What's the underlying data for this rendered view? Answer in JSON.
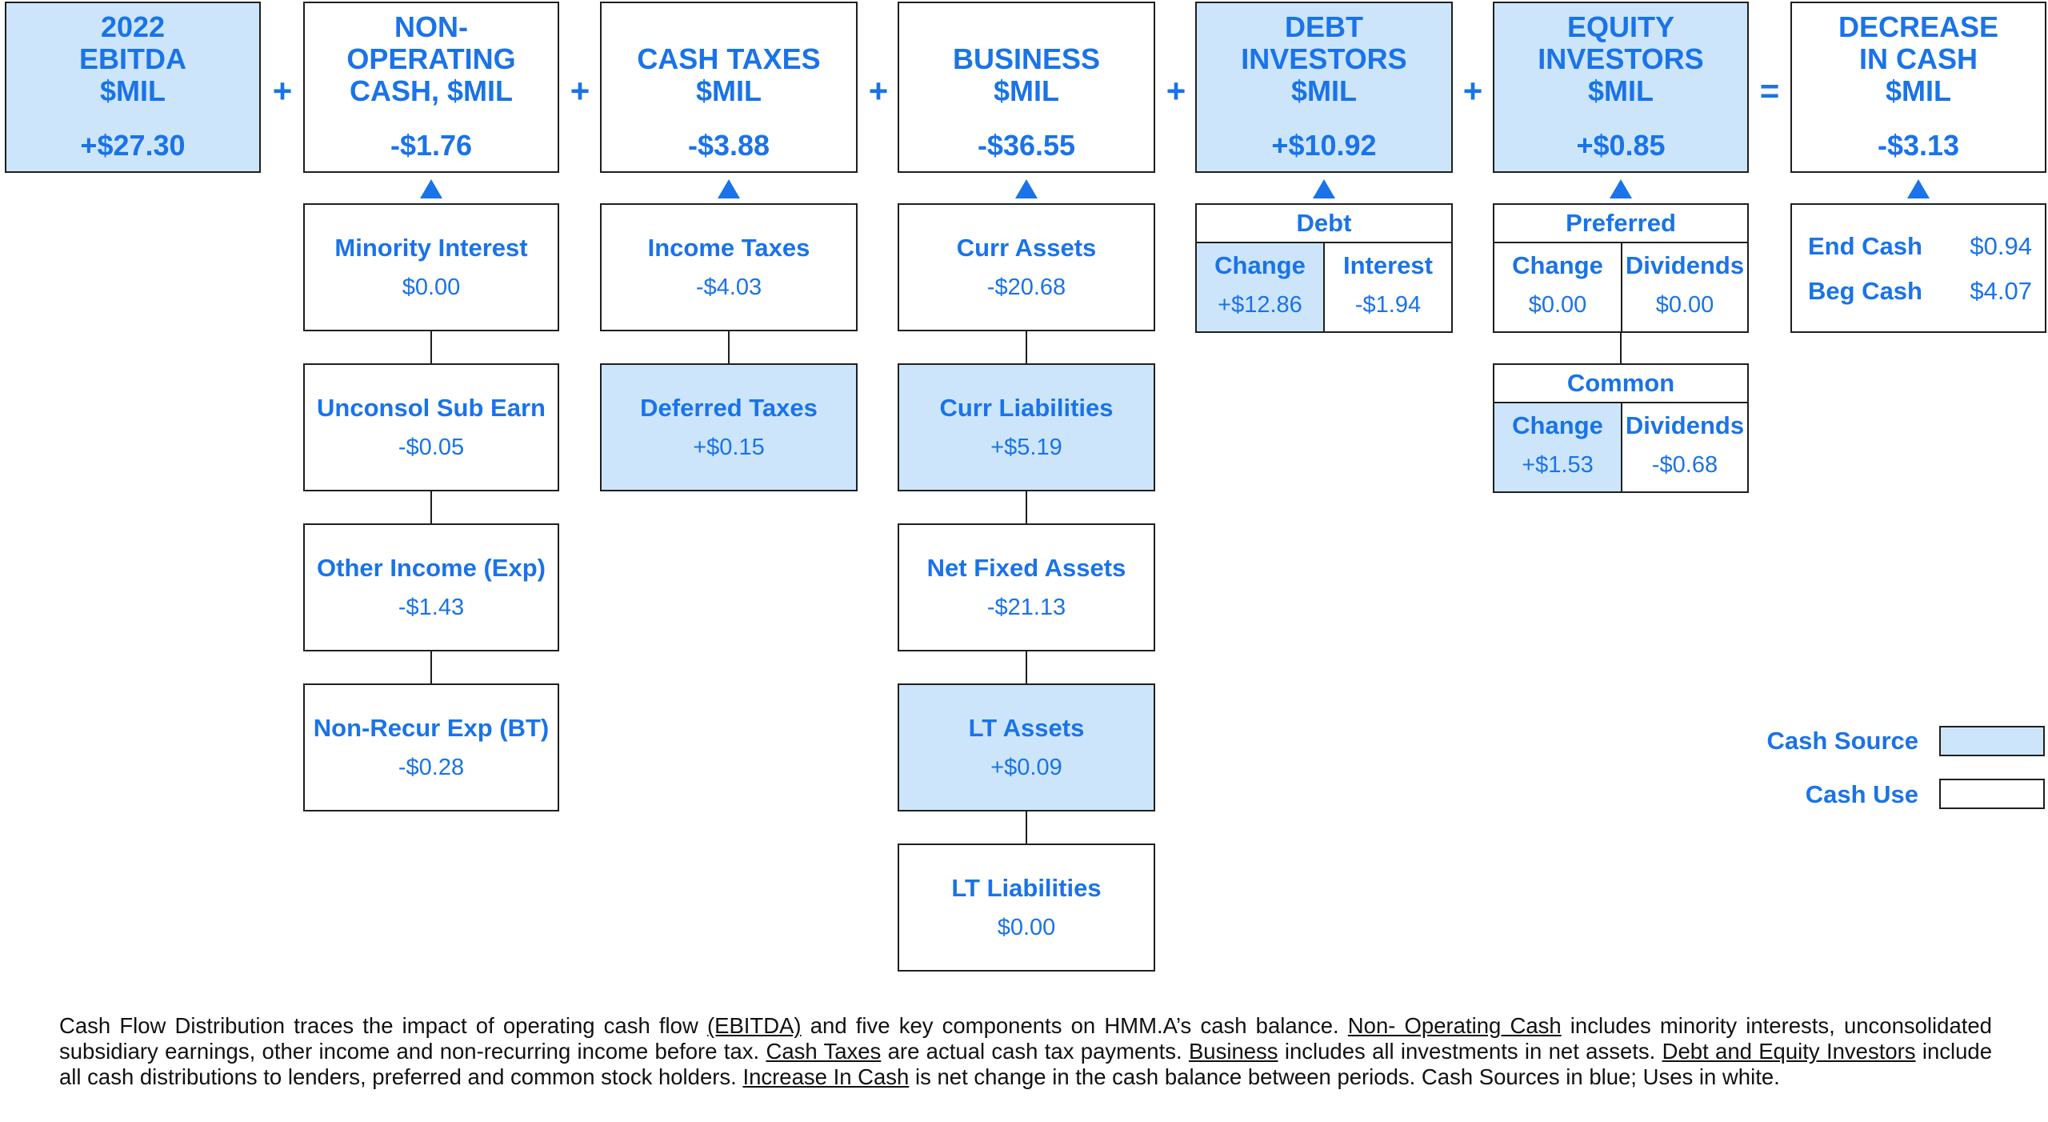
{
  "header": {
    "ebitda": {
      "title_1": "2022",
      "title_2": "EBITDA",
      "title_3": "$MIL",
      "value": "+$27.30"
    },
    "nonop": {
      "title_1": "NON-",
      "title_2": "OPERATING",
      "title_3": "CASH, $MIL",
      "value": "-$1.76"
    },
    "taxes": {
      "title_1": "CASH TAXES",
      "title_2": "$MIL",
      "value": "-$3.88"
    },
    "business": {
      "title_1": "BUSINESS",
      "title_2": "$MIL",
      "value": "-$36.55"
    },
    "debt": {
      "title_1": "DEBT",
      "title_2": "INVESTORS",
      "title_3": "$MIL",
      "value": "+$10.92"
    },
    "equity": {
      "title_1": "EQUITY",
      "title_2": "INVESTORS",
      "title_3": "$MIL",
      "value": "+$0.85"
    },
    "decrease": {
      "title_1": "DECREASE",
      "title_2": "IN CASH",
      "title_3": "$MIL",
      "value": "-$3.13"
    }
  },
  "operators": {
    "plus": "+",
    "equals": "="
  },
  "nonop_items": [
    {
      "label": "Minority Interest",
      "value": "$0.00"
    },
    {
      "label": "Unconsol Sub Earn",
      "value": "-$0.05"
    },
    {
      "label": "Other Income (Exp)",
      "value": "-$1.43"
    },
    {
      "label": "Non-Recur Exp (BT)",
      "value": "-$0.28"
    }
  ],
  "tax_items": [
    {
      "label": "Income Taxes",
      "value": "-$4.03"
    },
    {
      "label": "Deferred Taxes",
      "value": "+$0.15"
    }
  ],
  "business_items": [
    {
      "label": "Curr Assets",
      "value": "-$20.68"
    },
    {
      "label": "Curr Liabilities",
      "value": "+$5.19"
    },
    {
      "label": "Net Fixed Assets",
      "value": "-$21.13"
    },
    {
      "label": "LT Assets",
      "value": "+$0.09"
    },
    {
      "label": "LT Liabilities",
      "value": "$0.00"
    }
  ],
  "debt_panel": {
    "title": "Debt",
    "change_label": "Change",
    "change_value": "+$12.86",
    "interest_label": "Interest",
    "interest_value": "-$1.94"
  },
  "preferred_panel": {
    "title": "Preferred",
    "change_label": "Change",
    "change_value": "$0.00",
    "dividends_label": "Dividends",
    "dividends_value": "$0.00"
  },
  "common_panel": {
    "title": "Common",
    "change_label": "Change",
    "change_value": "+$1.53",
    "dividends_label": "Dividends",
    "dividends_value": "-$0.68"
  },
  "cash_panel": {
    "end_label": "End Cash",
    "end_value": "$0.94",
    "beg_label": "Beg Cash",
    "beg_value": "$4.07"
  },
  "legend": {
    "source_label": "Cash Source",
    "use_label": "Cash Use"
  },
  "colors": {
    "accent": "#1a73e8",
    "source_fill": "#cce5fb",
    "use_fill": "#ffffff"
  },
  "footnote": {
    "t1": "Cash Flow Distribution traces the impact of operating cash flow ",
    "u1": "(EBITDA)",
    "t2": " and five key components on HMM.A’s cash balance. ",
    "u2": "Non- Operating Cash",
    "t3": " includes minority interests, unconsolidated subsidiary earnings, other income and non-recurring  income before tax. ",
    "u3": "Cash Taxes",
    "t4": " are actual cash tax payments. ",
    "u4": "Business",
    "t5": " includes all investments in net assets. ",
    "u5": "Debt and Equity Investors",
    "t6": " include all cash distributions to lenders, preferred and common stock holders. ",
    "u6": "Increase In Cash",
    "t7": " is net change in the cash balance between periods. Cash Sources in blue; Uses in white."
  }
}
